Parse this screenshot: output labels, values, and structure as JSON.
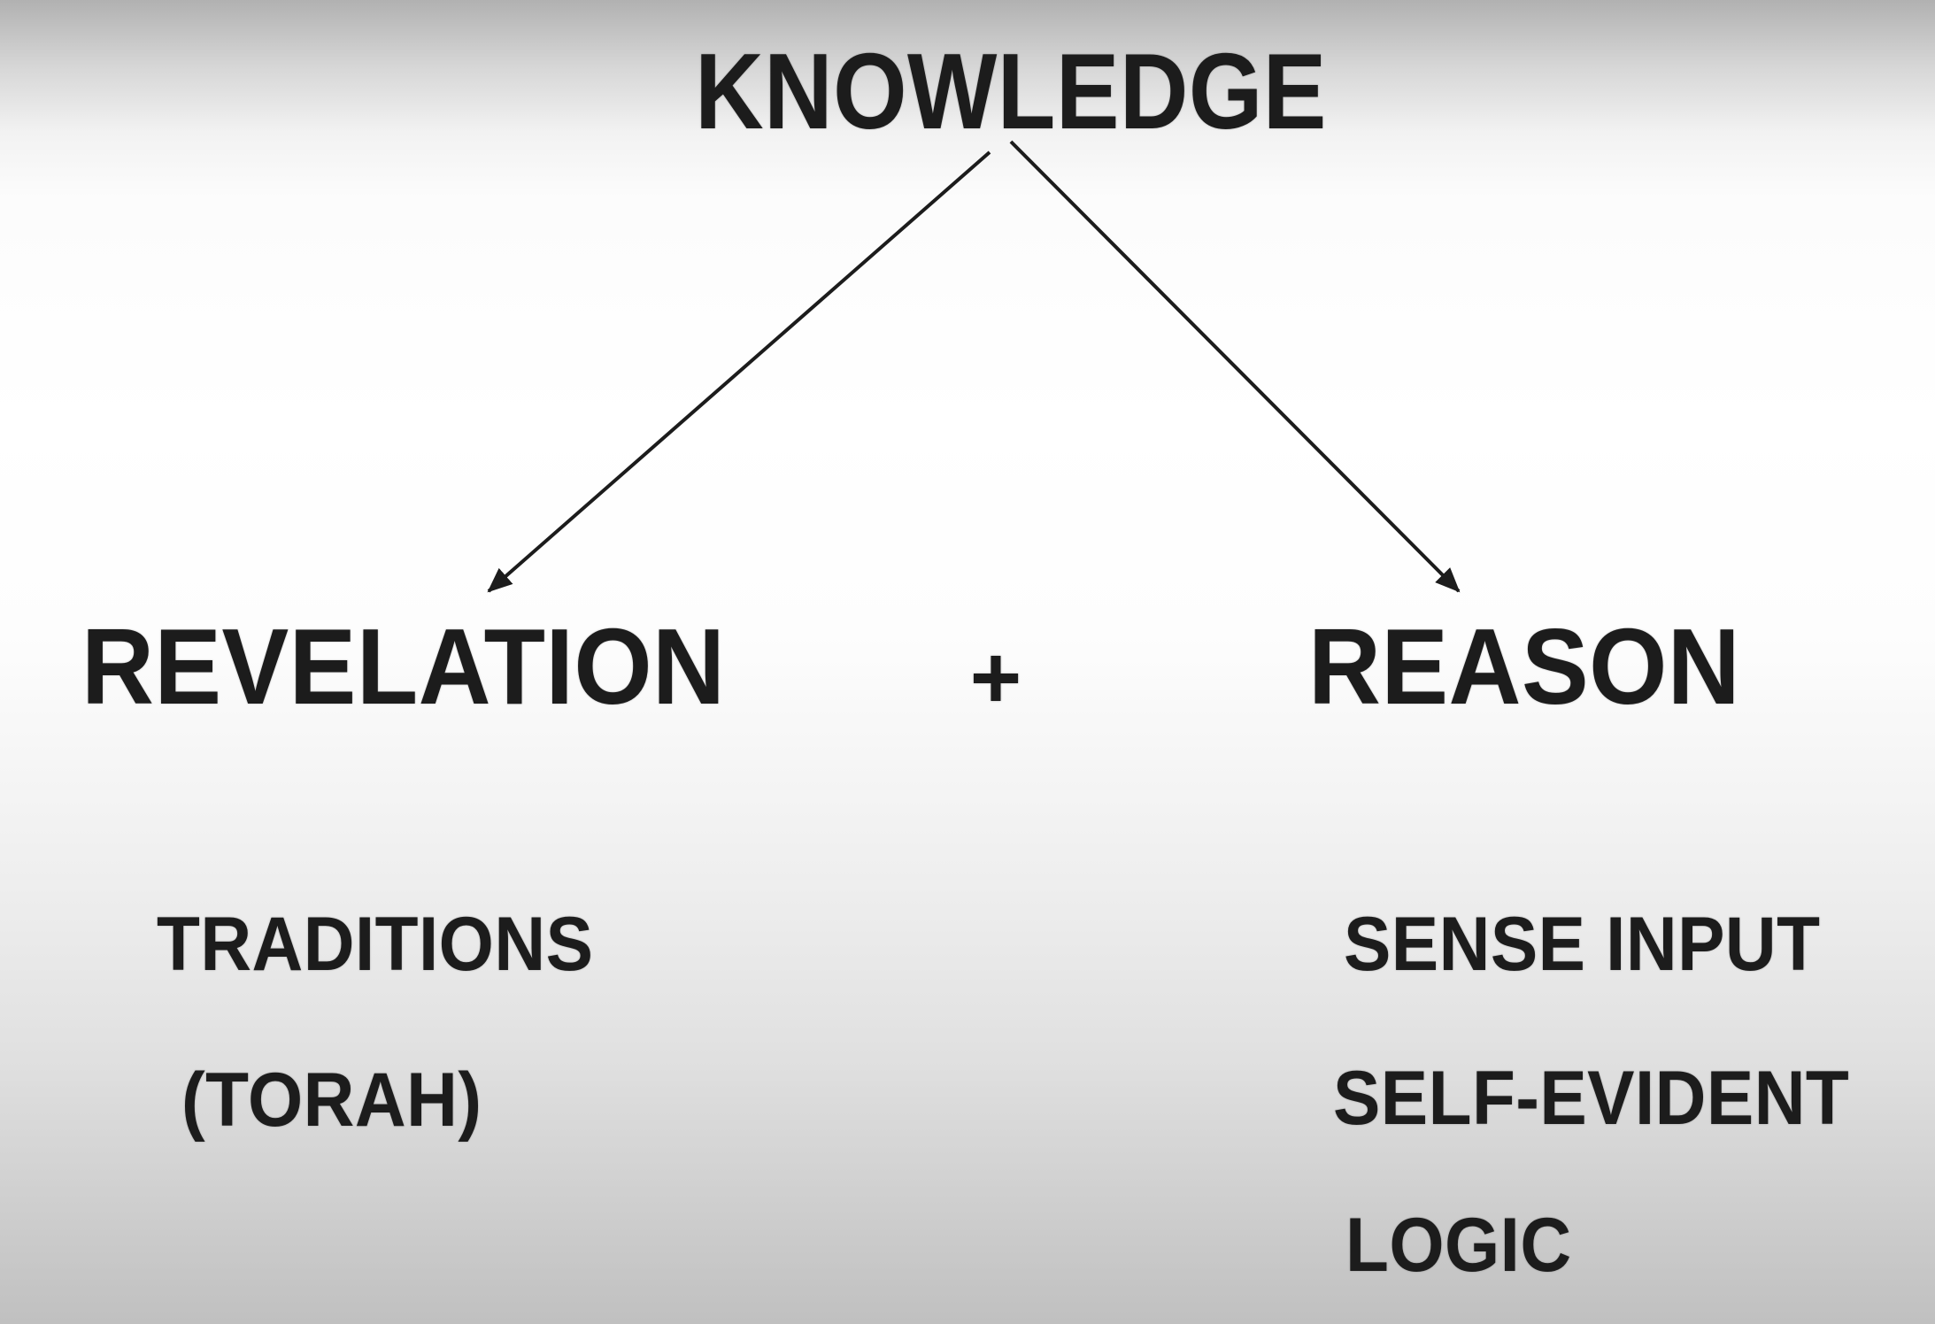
{
  "diagram": {
    "root_label": "KNOWLEDGE",
    "operator": "+",
    "left_branch": {
      "label": "REVELATION",
      "items": [
        "TRADITIONS",
        "(TORAH)"
      ]
    },
    "right_branch": {
      "label": "REASON",
      "items": [
        "SENSE INPUT",
        "SELF-EVIDENT",
        "LOGIC"
      ]
    }
  },
  "colors": {
    "text": "#1c1c1c",
    "arrow": "#1c1c1c",
    "background_top": "#b1b1b1",
    "background_middle": "#ffffff",
    "background_bottom": "#c0c0c0"
  }
}
